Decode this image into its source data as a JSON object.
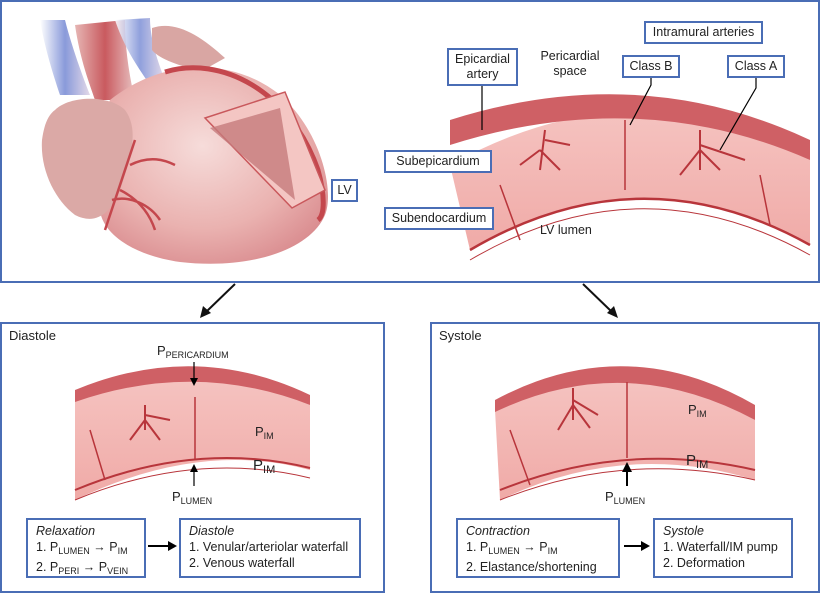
{
  "top_panel": {
    "labels": {
      "lv": "LV",
      "intramural_arteries": "Intramural arteries",
      "epicardial_artery_line1": "Epicardial",
      "epicardial_artery_line2": "artery",
      "pericardial_space_line1": "Pericardial",
      "pericardial_space_line2": "space",
      "class_b": "Class B",
      "class_a": "Class A",
      "subepicardium": "Subepicardium",
      "subendocardium": "Subendocardium",
      "lv_lumen": "LV lumen"
    }
  },
  "diastole_panel": {
    "title": "Diastole",
    "p_pericardium": {
      "main": "P",
      "sub": "PERICARDIUM"
    },
    "p_im_upper": {
      "main": "P",
      "sub": "IM"
    },
    "p_im_lower": {
      "main": "P",
      "sub": "IM"
    },
    "p_lumen": {
      "main": "P",
      "sub": "LUMEN"
    },
    "left_box": {
      "heading": "Relaxation",
      "item1": {
        "num": "1. ",
        "a_main": "P",
        "a_sub": "LUMEN",
        "arrow": " → ",
        "b_main": "P",
        "b_sub": "IM"
      },
      "item2": {
        "num": "2. ",
        "a_main": "P",
        "a_sub": "PERI",
        "arrow": " → ",
        "b_main": "P",
        "b_sub": "VEIN"
      }
    },
    "right_box": {
      "heading": "Diastole",
      "item1": "1. Venular/arteriolar waterfall",
      "item2": "2. Venous waterfall"
    }
  },
  "systole_panel": {
    "title": "Systole",
    "p_im_upper": {
      "main": "P",
      "sub": "IM"
    },
    "p_im_lower": {
      "main": "P",
      "sub": "IM"
    },
    "p_lumen": {
      "main": "P",
      "sub": "LUMEN"
    },
    "left_box": {
      "heading": "Contraction",
      "item1": {
        "num": "1. ",
        "a_main": "P",
        "a_sub": "LUMEN",
        "arrow": " → ",
        "b_main": "P",
        "b_sub": "IM"
      },
      "item2": "2. Elastance/shortening"
    },
    "right_box": {
      "heading": "Systole",
      "item1": "1. Waterfall/IM pump",
      "item2": "2. Deformation"
    }
  },
  "colors": {
    "frame_border": "#4a6db5",
    "myocardium": "#f2b8b4",
    "epicardium": "#c9585c",
    "vessel": "#b8353b"
  }
}
